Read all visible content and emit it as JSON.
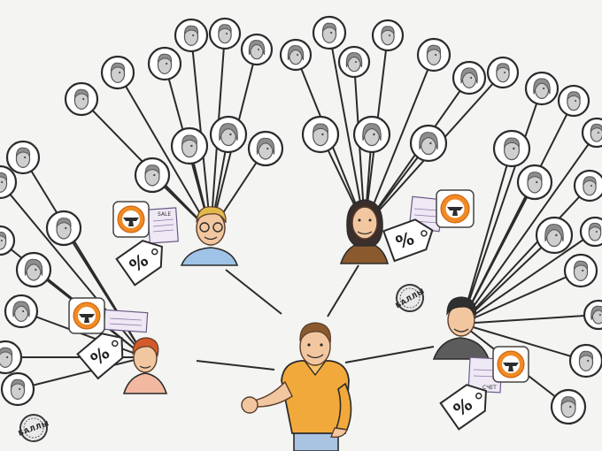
{
  "scene": {
    "tag_symbol": "%",
    "points_badge_text": "БАЛЛЫ",
    "receipt_labels": [
      "SALE",
      "СЧЕТ"
    ],
    "colors": {
      "background": "#f4f4f2",
      "app_icon_orange": "#f08a24",
      "main_shirt_orange": "#f2a93b",
      "jeans_blue": "#a9c3e2",
      "ink": "#2b2b2b"
    },
    "icons": [
      "app-icon-anvil",
      "discount-tag-icon",
      "points-badge-icon",
      "customer-node-icon",
      "receipt-icon"
    ]
  }
}
